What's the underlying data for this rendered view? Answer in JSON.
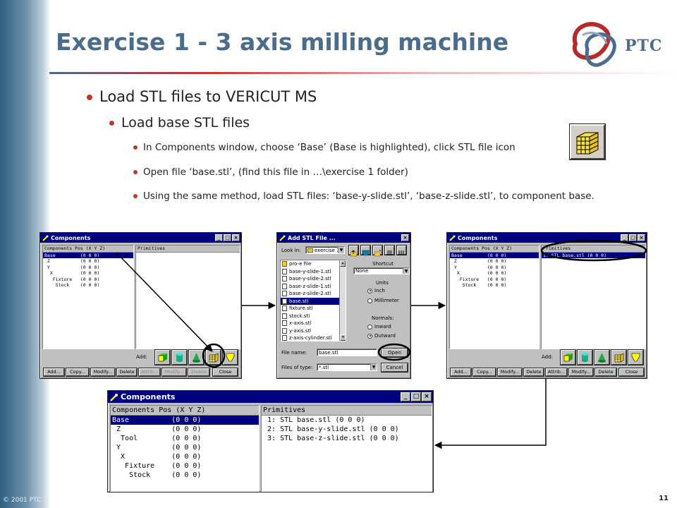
{
  "slide": {
    "title": "Exercise 1 - 3 axis milling machine",
    "logo_text": "PTC",
    "copyright": "© 2001 PTC",
    "page_number": "11",
    "bullet_level1": "Load STL files to VERICUT MS",
    "bullet_level2": "Load base STL files",
    "bullet_level3": [
      "In Components window, choose ‘Base’ (Base is highlighted), click STL file icon",
      "Open file ‘base.stl’, (find this file in …\\exercise 1 folder)",
      "Using the same method, load STL files: ‘base-y-slide.stl’, ‘base-z-slide.stl’, to component base."
    ]
  },
  "components_window_1": {
    "title": "Components",
    "header_components": "Components  Pos (X Y Z)",
    "header_primitives": "Primitives",
    "rows": [
      {
        "name": "Base",
        "pos": "(0 0 0)"
      },
      {
        "name": " Z",
        "pos": "(0 0 0)"
      },
      {
        "name": " Y",
        "pos": "(0 0 0)"
      },
      {
        "name": "  X",
        "pos": "(0 0 0)"
      },
      {
        "name": "   Fixture",
        "pos": "(0 0 0)"
      },
      {
        "name": "    Stock",
        "pos": "(0 0 0)"
      }
    ],
    "add_label": "Add:",
    "buttons_left": [
      "Add...",
      "Copy...",
      "Modify...",
      "Delete"
    ],
    "buttons_right": [
      "Attrib...",
      "Modify...",
      "Delete",
      "Close"
    ]
  },
  "stl_dialog": {
    "title": "Add STL File ...",
    "look_in_label": "Look in:",
    "look_in_value": "exercise 1",
    "files": [
      "pro-e file",
      "base-y-slide-1.stl",
      "base-y-slide-2.stl",
      "base-z-slide-1.stl",
      "base-z-slide-2.stl",
      "base.stl",
      "fixture.stl",
      "stock.stl",
      "x-axis.stl",
      "y-axis.stl",
      "z-axis-cylinder.stl"
    ],
    "selected_file": "base.stl",
    "shortcut_label": "Shortcut",
    "shortcut_value": "None",
    "units_label": "Units",
    "units_inch": "Inch",
    "units_mm": "Millimeter",
    "normals_label": "Normals:",
    "normals_inward": "Inward",
    "normals_outward": "Outward",
    "filename_label": "File name:",
    "filename_value": "base.stl",
    "filetype_label": "Files of type:",
    "filetype_value": "*.stl",
    "open_label": "Open",
    "cancel_label": "Cancel"
  },
  "components_window_2": {
    "title": "Components",
    "header_components": "Components  Pos (X Y Z)",
    "header_primitives": "Primitives",
    "primitives": [
      "1: STL base.stl (0 0 0)"
    ],
    "add_label": "Add:",
    "buttons_left": [
      "Add...",
      "Copy...",
      "Modify...",
      "Delete"
    ],
    "buttons_right": [
      "Attrib...",
      "Modify...",
      "Delete",
      "Close"
    ]
  },
  "components_window_3": {
    "title": "Components",
    "header_components": "Components  Pos (X Y Z)",
    "header_primitives": "Primitives",
    "rows": [
      {
        "name": "Base",
        "pos": "(0 0 0)"
      },
      {
        "name": " Z",
        "pos": "(0 0 0)"
      },
      {
        "name": "  Tool",
        "pos": "(0 0 0)"
      },
      {
        "name": " Y",
        "pos": "(0 0 0)"
      },
      {
        "name": "  X",
        "pos": "(0 0 0)"
      },
      {
        "name": "   Fixture",
        "pos": "(0 0 0)"
      },
      {
        "name": "    Stock",
        "pos": "(0 0 0)"
      }
    ],
    "primitives": [
      "1: STL base.stl (0 0 0)",
      "2: STL base-y-slide.stl (0 0 0)",
      "3: STL base-z-slide.stl (0 0 0)"
    ]
  },
  "colors": {
    "title_blue": "#4a6d8b",
    "bullet_red": "#c0392b",
    "window_titlebar": "#000080",
    "window_face": "#c0c0c0"
  }
}
